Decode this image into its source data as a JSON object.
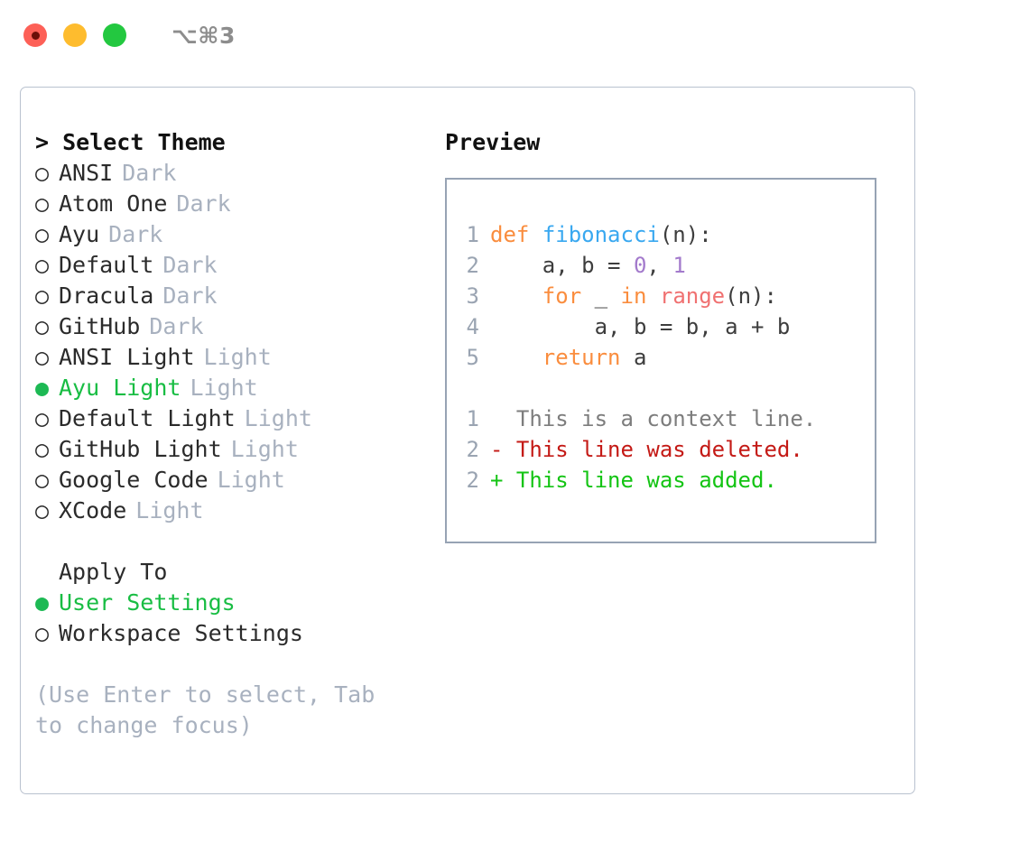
{
  "window": {
    "shortcut": "⌥⌘3",
    "traffic_lights": [
      {
        "name": "close",
        "color": "#fd6057"
      },
      {
        "name": "minimize",
        "color": "#febc2e"
      },
      {
        "name": "maximize",
        "color": "#23c840"
      }
    ]
  },
  "accent": {
    "selected": "#18bd43",
    "muted": "#a8b1bf",
    "text": "#2b2b2b"
  },
  "theme_picker": {
    "title": "> Select Theme",
    "items": [
      {
        "bullet": "○",
        "label": "ANSI",
        "badge": "Dark",
        "selected": false
      },
      {
        "bullet": "○",
        "label": "Atom One",
        "badge": "Dark",
        "selected": false
      },
      {
        "bullet": "○",
        "label": "Ayu",
        "badge": "Dark",
        "selected": false
      },
      {
        "bullet": "○",
        "label": "Default",
        "badge": "Dark",
        "selected": false
      },
      {
        "bullet": "○",
        "label": "Dracula",
        "badge": "Dark",
        "selected": false
      },
      {
        "bullet": "○",
        "label": "GitHub",
        "badge": "Dark",
        "selected": false
      },
      {
        "bullet": "○",
        "label": "ANSI Light",
        "badge": "Light",
        "selected": false
      },
      {
        "bullet": "●",
        "label": "Ayu Light",
        "badge": "Light",
        "selected": true
      },
      {
        "bullet": "○",
        "label": "Default Light",
        "badge": "Light",
        "selected": false
      },
      {
        "bullet": "○",
        "label": "GitHub Light",
        "badge": "Light",
        "selected": false
      },
      {
        "bullet": "○",
        "label": "Google Code",
        "badge": "Light",
        "selected": false
      },
      {
        "bullet": "○",
        "label": "XCode",
        "badge": "Light",
        "selected": false
      }
    ]
  },
  "apply_to": {
    "title": "Apply To",
    "items": [
      {
        "bullet": "●",
        "label": "User Settings",
        "selected": true
      },
      {
        "bullet": "○",
        "label": "Workspace Settings",
        "selected": false
      }
    ]
  },
  "hint": "(Use Enter to select, Tab to change focus)",
  "preview": {
    "title": "Preview",
    "code_lines": [
      {
        "no": "1",
        "tokens": [
          {
            "t": "def",
            "c": "kw"
          },
          {
            "t": " ",
            "c": "pl"
          },
          {
            "t": "fibonacci",
            "c": "fn"
          },
          {
            "t": "(n):",
            "c": "pl"
          }
        ]
      },
      {
        "no": "2",
        "tokens": [
          {
            "t": "    a, b = ",
            "c": "pl"
          },
          {
            "t": "0",
            "c": "num"
          },
          {
            "t": ", ",
            "c": "pl"
          },
          {
            "t": "1",
            "c": "num"
          }
        ]
      },
      {
        "no": "3",
        "tokens": [
          {
            "t": "    ",
            "c": "pl"
          },
          {
            "t": "for",
            "c": "kw"
          },
          {
            "t": " _ ",
            "c": "pl"
          },
          {
            "t": "in",
            "c": "kw"
          },
          {
            "t": " ",
            "c": "pl"
          },
          {
            "t": "range",
            "c": "bi"
          },
          {
            "t": "(n):",
            "c": "pl"
          }
        ]
      },
      {
        "no": "4",
        "tokens": [
          {
            "t": "        a, b = b, a + b",
            "c": "pl"
          }
        ]
      },
      {
        "no": "5",
        "tokens": [
          {
            "t": "    ",
            "c": "pl"
          },
          {
            "t": "return",
            "c": "kw"
          },
          {
            "t": " a",
            "c": "pl"
          }
        ]
      }
    ],
    "diff_lines": [
      {
        "no": "1",
        "marker": "  ",
        "text": "This is a context line.",
        "kind": "ctx"
      },
      {
        "no": "2",
        "marker": "- ",
        "text": "This line was deleted.",
        "kind": "del"
      },
      {
        "no": "2",
        "marker": "+ ",
        "text": "This line was added.",
        "kind": "add"
      }
    ]
  }
}
